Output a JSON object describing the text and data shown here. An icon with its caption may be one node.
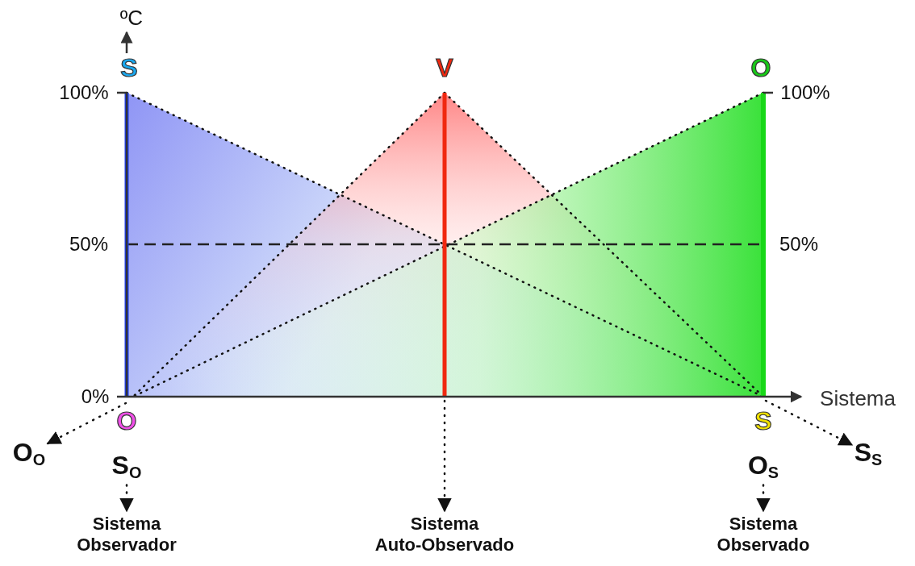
{
  "diagram": {
    "nodes": [
      {
        "text": [
          "O$_{O}$"
        ]
      },
      {
        "text": [
          "S$_{O}$"
        ]
      },
      {
        "text": [
          "Sistema Observador"
        ]
      },
      {
        "text": [
          "Sistema Auto-Observado"
        ]
      },
      {
        "text": [
          "O$_{S}$"
        ]
      },
      {
        "text": [
          "Sistema Observado"
        ]
      },
      {
        "text": [
          "S$_{S}$"
        ]
      }
    ],
    "edges": [
      {
        "from": null,
        "to": 0,
        "arrow": "to"
      },
      {
        "from": 1,
        "to": 2,
        "arrow": "to"
      },
      {
        "from": null,
        "to": 3,
        "arrow": "to"
      },
      {
        "from": 4,
        "to": 5,
        "arrow": "to"
      },
      {
        "from": null,
        "to": 6,
        "arrow": "to"
      }
    ],
    "labels": [
      "ºC",
      "S",
      "V",
      "O",
      "100%",
      "100%",
      "50%",
      "50%",
      "0%",
      "Sistema",
      "O",
      "S"
    ]
  }
}
